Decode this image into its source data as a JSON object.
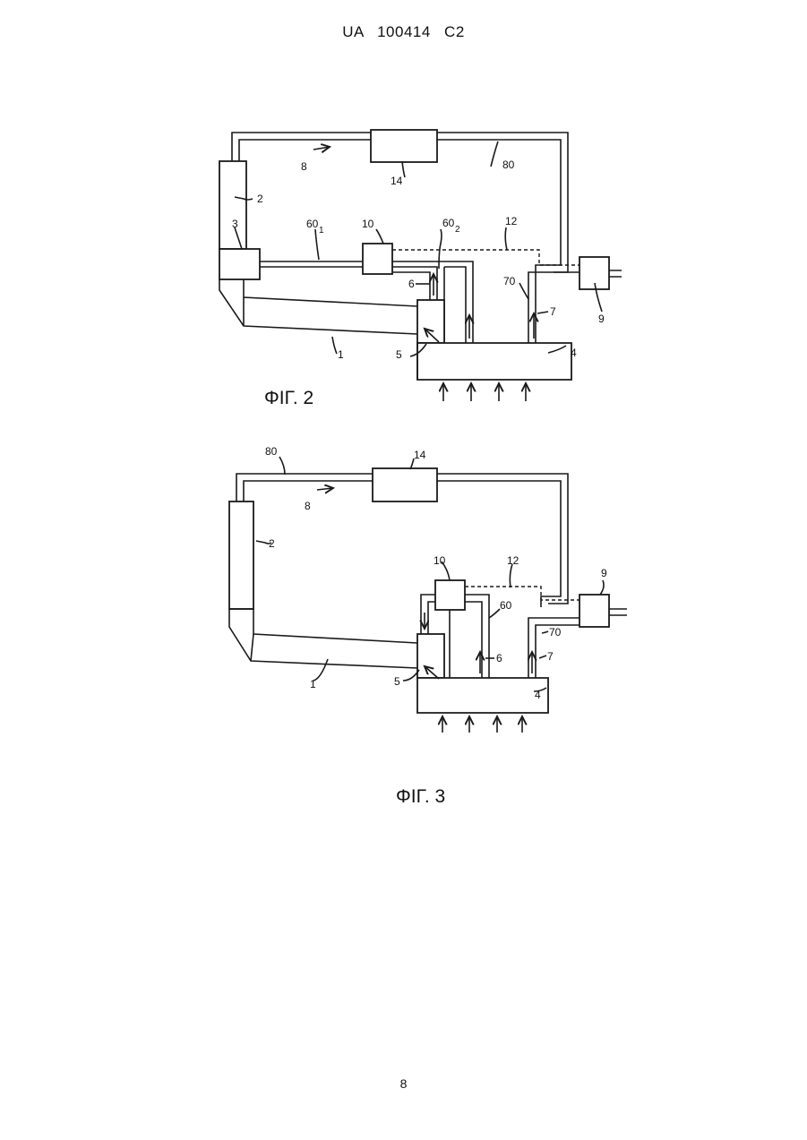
{
  "header": {
    "doc_id": "UA   100414   C2"
  },
  "footer": {
    "page_number": "8"
  },
  "figure2": {
    "caption": "ΦΙΓ. 2",
    "labels": {
      "l1": "1",
      "l2": "2",
      "l3": "3",
      "l4": "4",
      "l5": "5",
      "l6": "6",
      "l7": "7",
      "l8": "8",
      "l9": "9",
      "l10": "10",
      "l12": "12",
      "l14": "14",
      "l60_1": "60",
      "l60_1sub": "1",
      "l60_2": "60",
      "l60_2sub": "2",
      "l70": "70",
      "l80": "80"
    }
  },
  "figure3": {
    "caption": "ΦΙΓ. 3",
    "labels": {
      "l1": "1",
      "l2": "2",
      "l4": "4",
      "l5": "5",
      "l6": "6",
      "l7": "7",
      "l8": "8",
      "l9": "9",
      "l10": "10",
      "l12": "12",
      "l14": "14",
      "l60": "60",
      "l70": "70",
      "l80": "80"
    }
  }
}
